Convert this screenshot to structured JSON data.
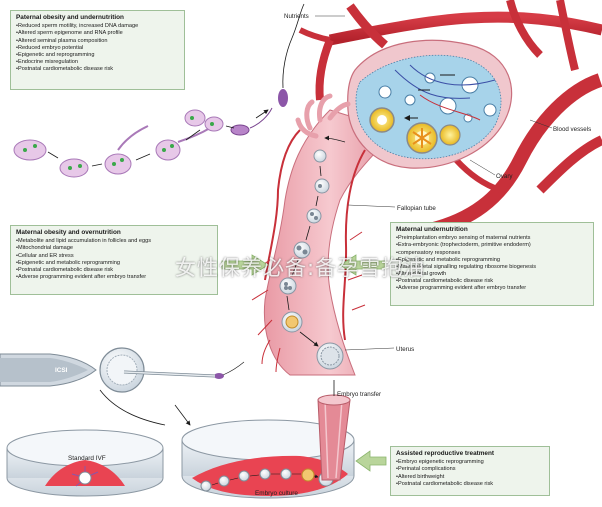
{
  "boxes": {
    "paternal": {
      "title": "Paternal obesity and undernutrition",
      "items": [
        "Reduced sperm motility, increased DNA damage",
        "Altered sperm epigenome and RNA profile",
        "Altered seminal plasma composition",
        "Reduced embryo potential",
        "Epigenetic and reprogramming",
        "Endocrine misregulation",
        "Postnatal cardiometabolic disease risk"
      ]
    },
    "maternal_over": {
      "title": "Maternal obesity and overnutrition",
      "items": [
        "Metabolite and lipid accumulation in follicles and eggs",
        "Mitochondrial damage",
        "Cellular and ER stress",
        "Epigenetic and metabolic reprogramming",
        "Postnatal cardiometabolic disease risk",
        "Adverse programming evident after embryo transfer"
      ]
    },
    "maternal_under": {
      "title": "Maternal undernutrition",
      "items": [
        "Preimplantation embryo sensing of maternal nutrients",
        "Extra-embryonic (trophectoderm, primitive endoderm)",
        "compensatory responses",
        "Epigenetic and metabolic reprogramming",
        "Maternal-fetal signalling regulating ribosome biogenesis",
        "Altered fetal growth",
        "Postnatal cardiometabolic disease risk",
        "Adverse programming evident after embryo transfer"
      ]
    },
    "art": {
      "title": "Assisted reproductive treatment",
      "items": [
        "Embryo epigenetic reprogramming",
        "Perinatal complications",
        "Altered birthweight",
        "Postnatal cardiometabolic disease risk"
      ]
    }
  },
  "labels": {
    "nutrients": "Nutrients",
    "blood_vessels": "Blood vessels",
    "ovary": "Ovary",
    "fallopian_tube": "Fallopian tube",
    "uterus": "Uterus",
    "embryo_transfer": "Embryo transfer",
    "icsi": "ICSI",
    "standard_ivf": "Standard IVF",
    "embryo_culture": "Embryo culture"
  },
  "watermark": "女性保养必备:备孕雪抱油",
  "colors": {
    "box_fill": "#eef4ec",
    "box_border": "#9fbf98",
    "vessel_red": "#c8303a",
    "tissue_pink": "#efb6bd",
    "arrow_green": "#b9d59b",
    "sperm_purple": "#8c56a8"
  }
}
